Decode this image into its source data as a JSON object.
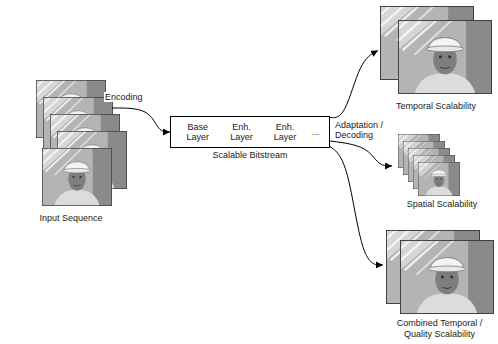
{
  "diagram": {
    "nodes": [
      {
        "text": [
          "Input Sequence"
        ]
      },
      {
        "text": [
          "Base Layer",
          "Enh. Layer",
          "Enh. Layer",
          "...",
          "Scalable Bitstream"
        ]
      },
      {
        "text": [
          "Temporal Scalability"
        ]
      },
      {
        "text": [
          "Spatial Scalability"
        ]
      },
      {
        "text": [
          "Combined Temporal / Quality Scalability"
        ]
      }
    ],
    "edges": [
      {
        "from": 0,
        "to": 1,
        "arrow": "to",
        "label": "Encoding"
      },
      {
        "from": 1,
        "to": 2,
        "arrow": "to"
      },
      {
        "from": 1,
        "to": 3,
        "arrow": "to",
        "label": "Adaptation / Decoding"
      },
      {
        "from": 1,
        "to": 4,
        "arrow": "to"
      }
    ]
  }
}
